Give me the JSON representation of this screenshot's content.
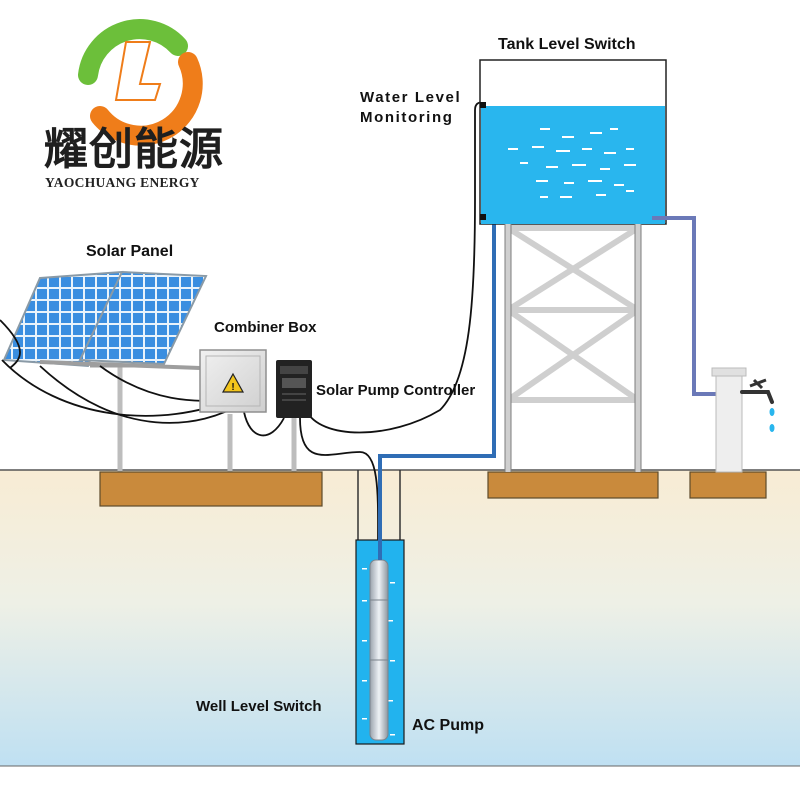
{
  "brand": {
    "chinese_name": "耀创能源",
    "english_name": "YAOCHUANG ENERGY",
    "logo_letter": "L",
    "colors": {
      "green": "#6cbf3a",
      "orange": "#ef7d1a"
    }
  },
  "labels": {
    "tank_level_switch": "Tank Level Switch",
    "water_level_monitoring": [
      "Water Level",
      "Monitoring"
    ],
    "solar_panel": "Solar Panel",
    "combiner_box": "Combiner Box",
    "solar_pump_controller": "Solar Pump Controller",
    "well_level_switch": "Well Level Switch",
    "ac_pump": "AC Pump"
  },
  "colors": {
    "water": "#29b6ee",
    "ground": "#f8ecd4",
    "underground_deep": "#bfe0f2",
    "foundation": "#c98a3c",
    "pipe": "#2f6db5",
    "outlet_pipe": "#6b79b8",
    "panel_cell": "#3a8ee0",
    "tower": "#cfcfcf"
  },
  "icons": [
    "logo-l-icon",
    "warning-icon",
    "tap-icon",
    "water-drop-icon"
  ]
}
